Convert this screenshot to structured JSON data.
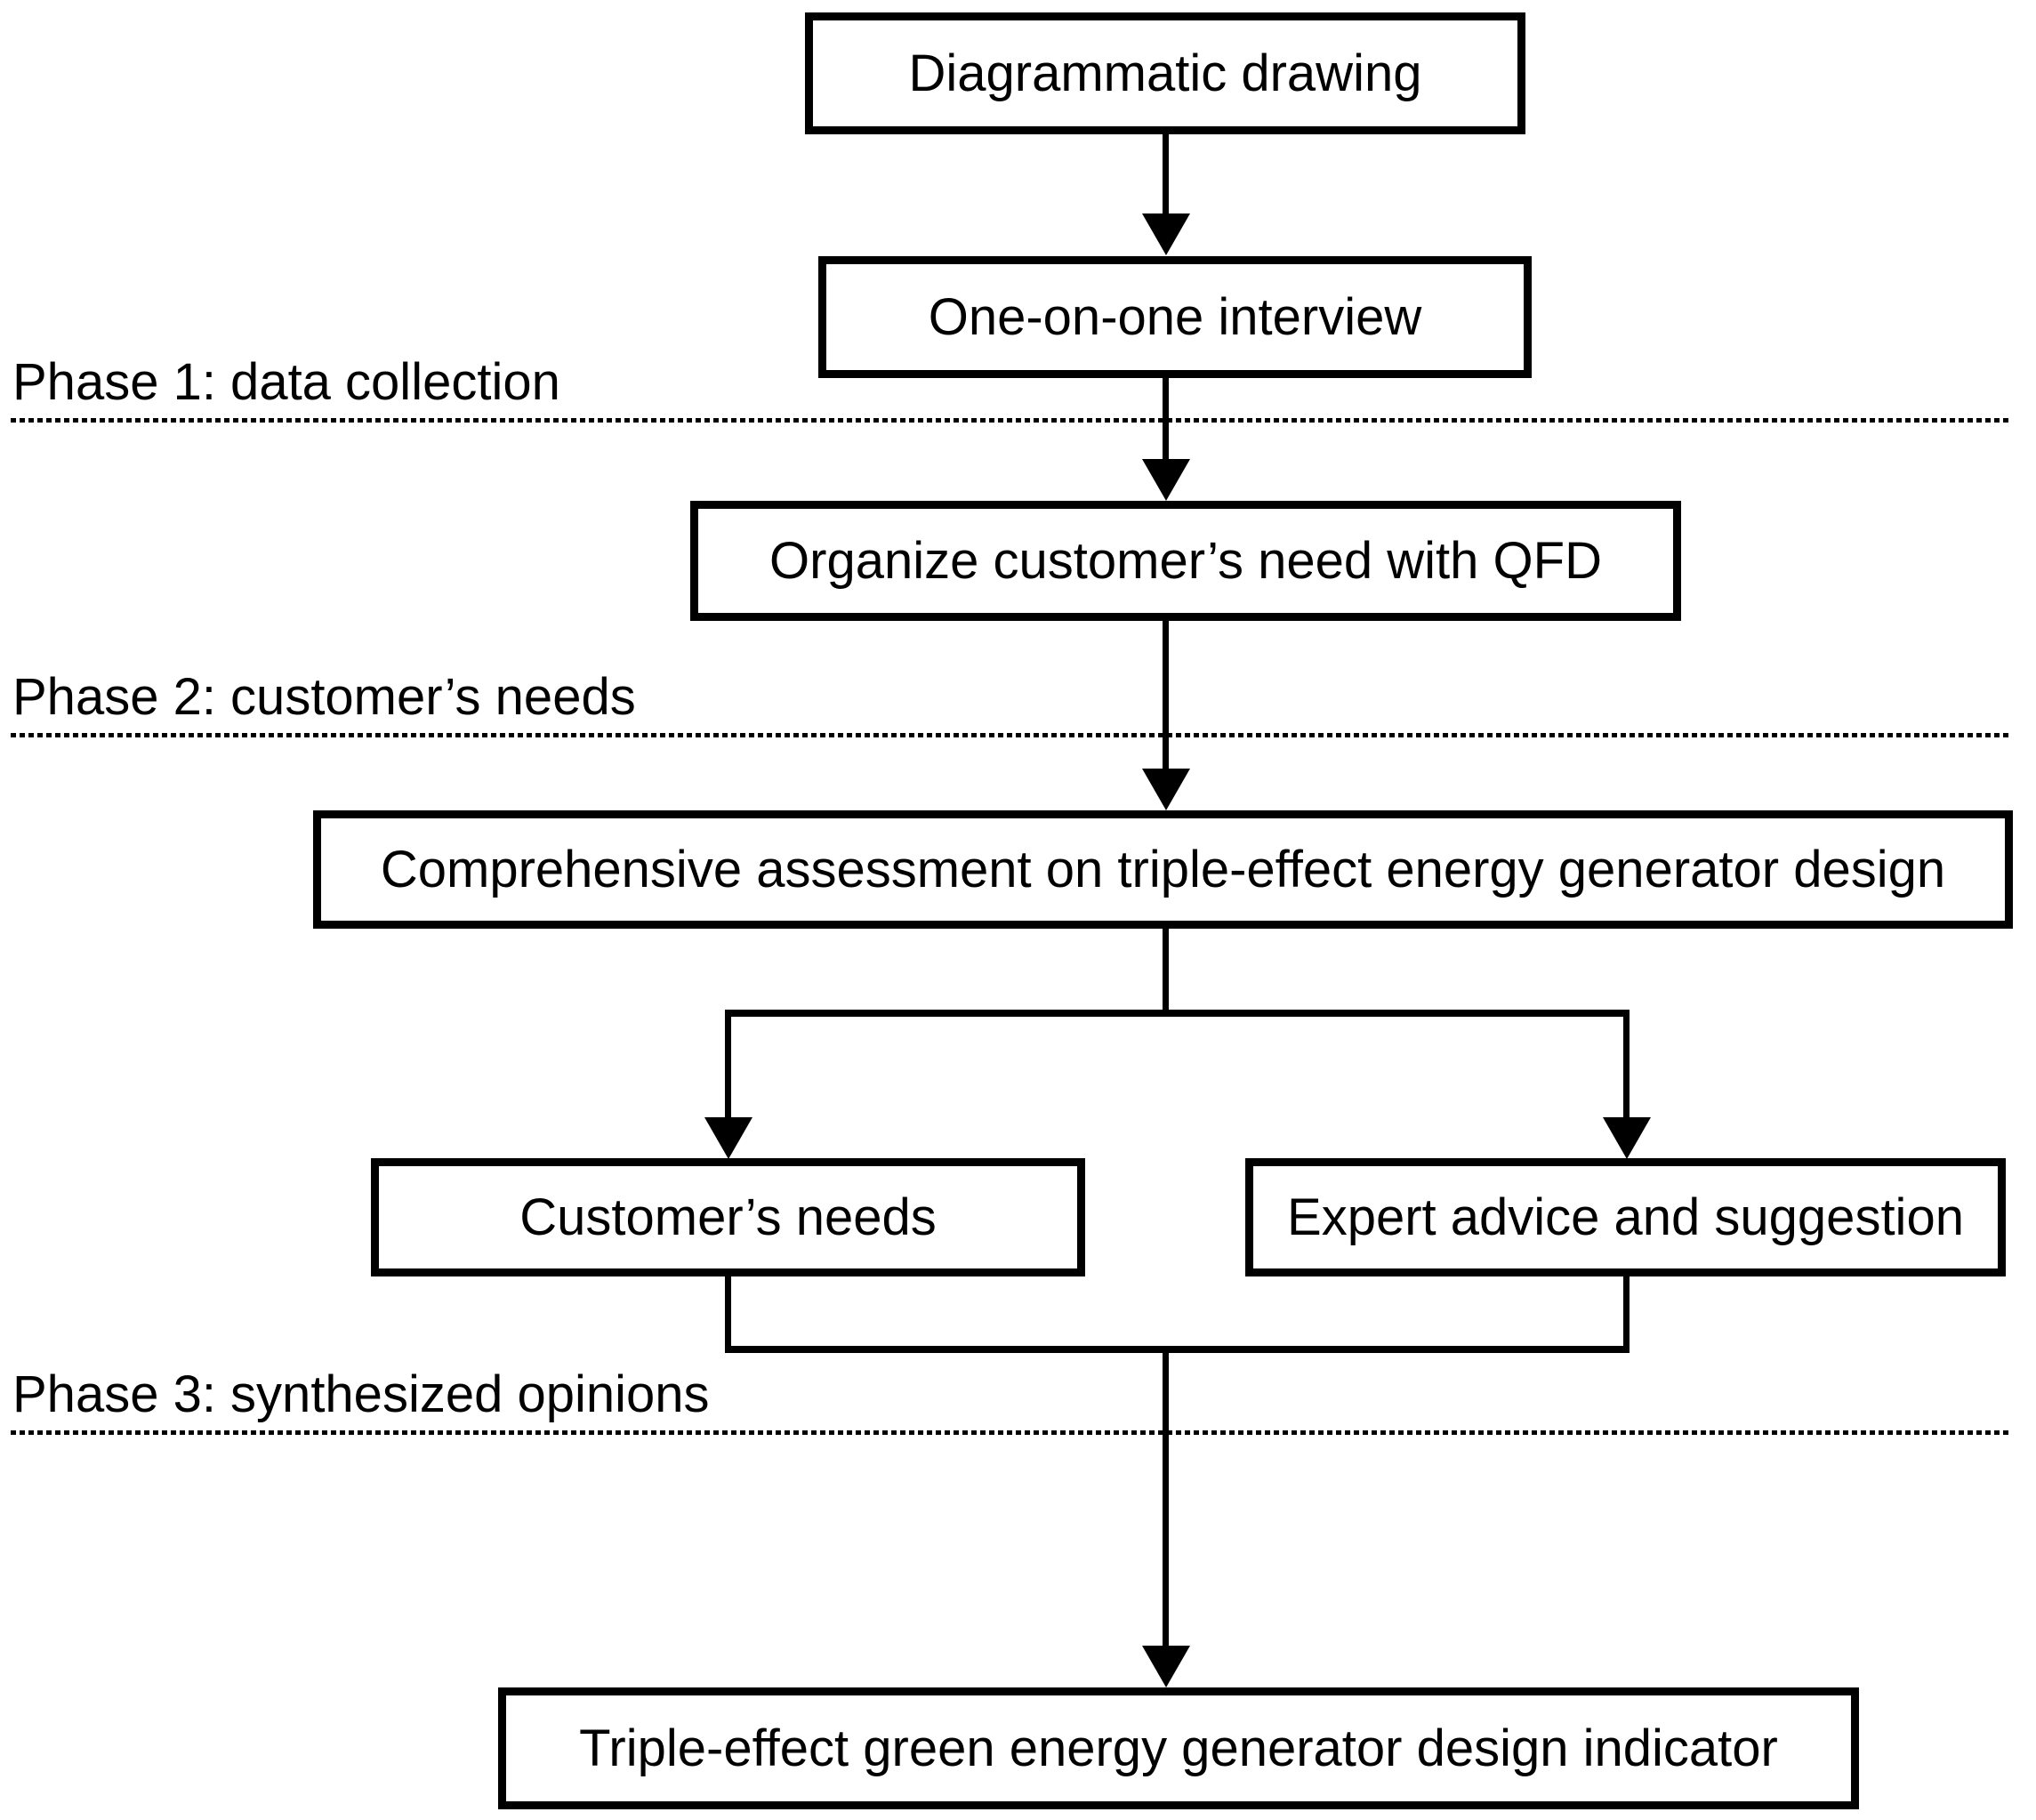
{
  "diagram": {
    "nodes": [
      {
        "id": "diagrammatic-drawing",
        "label": "Diagrammatic drawing"
      },
      {
        "id": "one-on-one-interview",
        "label": "One-on-one interview"
      },
      {
        "id": "organize-qfd",
        "label": "Organize customer’s need with QFD"
      },
      {
        "id": "comprehensive-assessment",
        "label": "Comprehensive assessment on triple-effect energy generator design"
      },
      {
        "id": "customers-needs",
        "label": "Customer’s needs"
      },
      {
        "id": "expert-advice",
        "label": "Expert advice and suggestion"
      },
      {
        "id": "design-indicator",
        "label": "Triple-effect green energy generator design indicator"
      }
    ],
    "phases": [
      {
        "id": "phase-1",
        "label": "Phase 1: data collection"
      },
      {
        "id": "phase-2",
        "label": "Phase 2: customer’s needs"
      },
      {
        "id": "phase-3",
        "label": "Phase 3: synthesized opinions"
      }
    ],
    "edges": [
      {
        "from": "diagrammatic-drawing",
        "to": "one-on-one-interview"
      },
      {
        "from": "one-on-one-interview",
        "to": "organize-qfd"
      },
      {
        "from": "organize-qfd",
        "to": "comprehensive-assessment"
      },
      {
        "from": "comprehensive-assessment",
        "to": "customers-needs"
      },
      {
        "from": "comprehensive-assessment",
        "to": "expert-advice"
      },
      {
        "from": "customers-needs",
        "to": "design-indicator"
      },
      {
        "from": "expert-advice",
        "to": "design-indicator"
      }
    ],
    "colors": {
      "line": "#000000",
      "box_fill": "#ffffff",
      "background": "#ffffff",
      "text": "#000000"
    }
  }
}
